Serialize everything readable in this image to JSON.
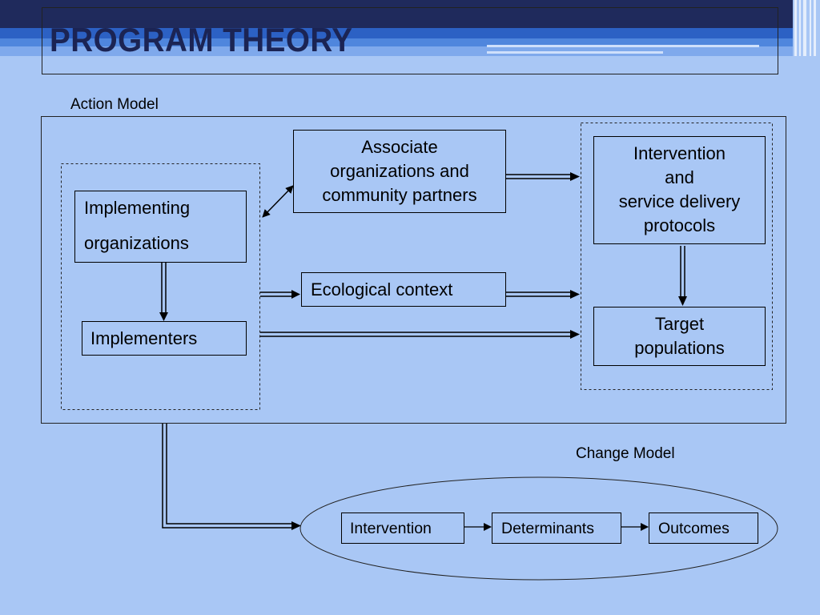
{
  "slide": {
    "title": "PROGRAM THEORY",
    "action_model_label": "Action Model",
    "change_model_label": "Change Model"
  },
  "action_model": {
    "implementing_organizations": [
      "Implementing",
      "organizations"
    ],
    "implementers": "Implementers",
    "associate": [
      "Associate",
      "organizations and",
      "community partners"
    ],
    "ecological_context": "Ecological context",
    "intervention_protocols": [
      "Intervention",
      "and",
      "service delivery",
      "protocols"
    ],
    "target_populations": [
      "Target",
      "populations"
    ]
  },
  "change_model": {
    "intervention": "Intervention",
    "determinants": "Determinants",
    "outcomes": "Outcomes"
  },
  "colors": {
    "background": "#a9c7f5",
    "title_text": "#1b2454",
    "header_dark": "#1f2a5c",
    "header_mid": "#2c61c4"
  }
}
